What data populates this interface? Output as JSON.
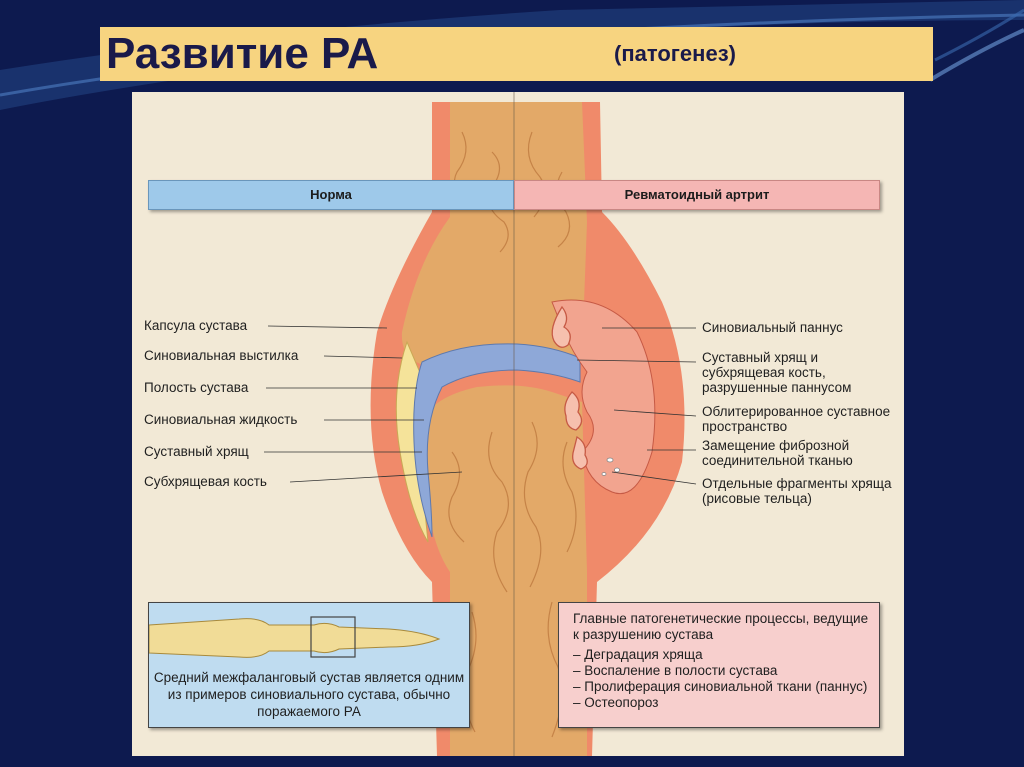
{
  "slide": {
    "title": "Развитие РА",
    "subtitle": "(патогенез)"
  },
  "figure": {
    "header_left": "Норма",
    "header_right": "Ревматоидный артрит",
    "left_labels": [
      "Капсула сустава",
      "Синовиальная выстилка",
      "Полость сустава",
      "Синовиальная жидкость",
      "Суставный хрящ",
      "Субхрящевая кость"
    ],
    "right_labels": [
      "Синовиальный паннус",
      "Суставный хрящ и субхрящевая кость, разрушенные паннусом",
      "Облитерированное суставное пространство",
      "Замещение фиброзной соединительной тканью",
      "Отдельные фрагменты хряща (рисовые тельца)"
    ],
    "finger_caption": "Средний межфаланговый сустав является одним из примеров синовиального сустава, обычно поражаемого РА",
    "processes_title": "Главные патогенетические процессы, ведущие к разрушению сустава",
    "processes": [
      "– Деградация хряща",
      "– Воспаление в полости сустава",
      "– Пролиферация синовиальной ткани (паннус)",
      "– Остеопороз"
    ]
  },
  "colors": {
    "background": "#0d1a4f",
    "title_bar": "#f7d480",
    "title_text": "#1a1a4a",
    "norm_header": "#9ec9ea",
    "ra_header": "#f5b6b4",
    "bone": "#e3a968",
    "capsule": "#f08a6a",
    "cartilage": "#8ea8d8",
    "synovial_lining": "#f5e39a",
    "panus": "#f2a48f"
  }
}
